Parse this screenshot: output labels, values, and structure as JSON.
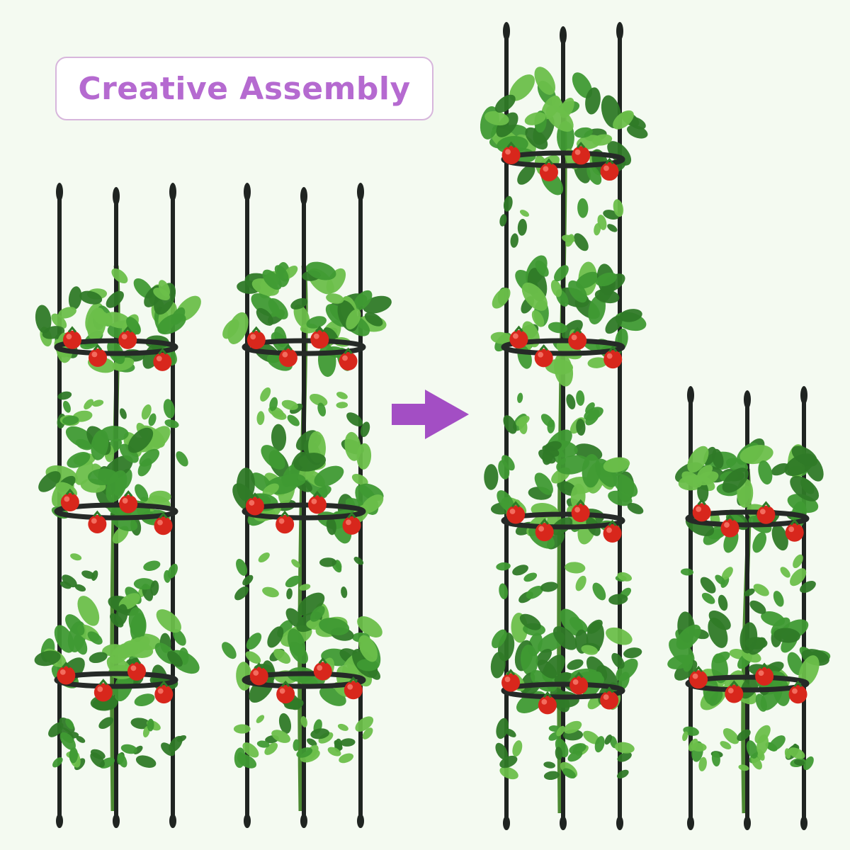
{
  "headline": "Creative Assembly",
  "colors": {
    "headline": "#b56ad0",
    "badge_border": "#d7b6dc",
    "arrow": "#a34ec4",
    "background": "#f4faf1",
    "stake": "#1f2421",
    "ring": "#252a27",
    "leaf": "#3f9a33",
    "leaf_light": "#6cbf4a",
    "leaf_dark": "#2f7a27",
    "stem": "#4d8a33",
    "tomato": "#d8271c",
    "tomato_highlight": "#ff8a7a"
  },
  "icons": {
    "arrow": "right-arrow-icon"
  },
  "scene": {
    "description_items": [
      "tomato-cage-single",
      "tomato-cage-single",
      "tomato-cage-extended",
      "tomato-cage-short"
    ]
  }
}
